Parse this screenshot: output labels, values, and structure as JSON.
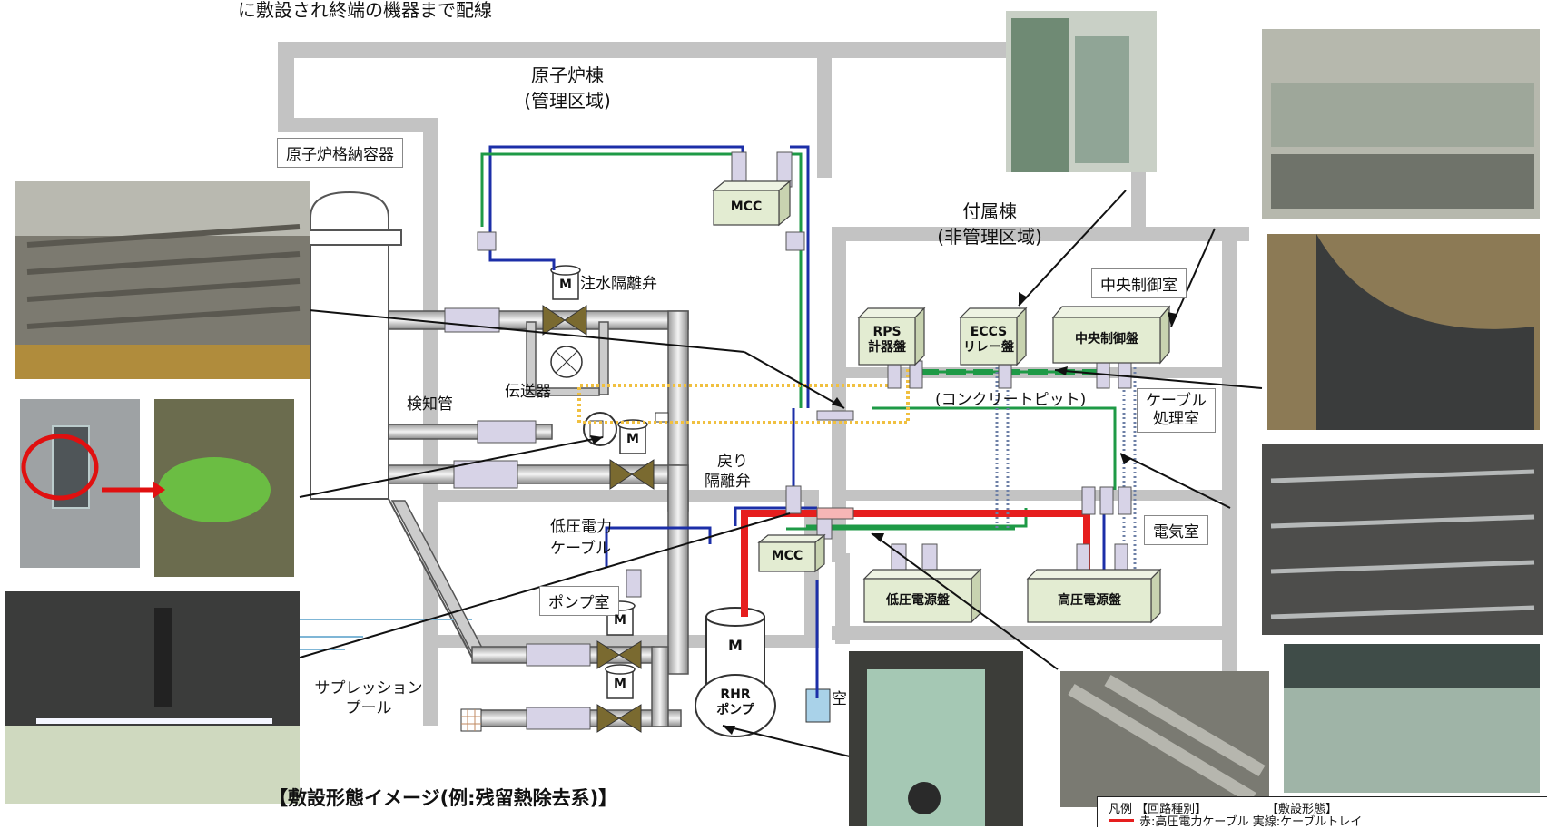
{
  "caption_top": "に敷設され終端の機器まで配線",
  "caption_bottom": "【敷設形態イメージ(例:残留熱除去系)】",
  "areas": {
    "reactor_building": "原子炉棟",
    "reactor_building_sub": "(管理区域)",
    "auxiliary_building": "付属棟",
    "auxiliary_building_sub": "(非管理区域)"
  },
  "labels": {
    "containment": "原子炉格納容器",
    "injection_valve": "注水隔離弁",
    "detector_tube": "検知管",
    "transmitter": "伝送器",
    "return_valve_1": "戻り",
    "return_valve_2": "隔離弁",
    "lv_cable_1": "低圧電力",
    "lv_cable_2": "ケーブル",
    "pump_room": "ポンプ室",
    "suppression_pool_1": "サプレッション",
    "suppression_pool_2": "プール",
    "concrete_pit": "(コンクリートピット)",
    "cable_room_1": "ケーブル",
    "cable_room_2": "処理室",
    "control_room": "中央制御室",
    "electrical_room": "電気室",
    "air_partial": "空"
  },
  "equipment": {
    "mcc_upper": "MCC",
    "mcc_lower": "MCC",
    "rps_1": "RPS",
    "rps_2": "計器盤",
    "eccs_1": "ECCS",
    "eccs_2": "リレー盤",
    "main_panel": "中央制御盤",
    "lv_panel": "低圧電源盤",
    "hv_panel": "高圧電源盤",
    "rhr_1": "RHR",
    "rhr_2": "ポンプ",
    "motor": "M"
  },
  "legend": {
    "title_circuit": "凡例 【回路種別】",
    "title_form": "【敷設形態】",
    "row1": "赤:高圧電力ケーブル 実線:ケーブルトレイ"
  },
  "colors": {
    "hv_power": "#e61e1e",
    "lv_power": "#1c2fa8",
    "control": "#1e9a46",
    "instrument": "#f0c040",
    "building": "#c3c3c3",
    "equipment_box": "#e3ecd2"
  }
}
